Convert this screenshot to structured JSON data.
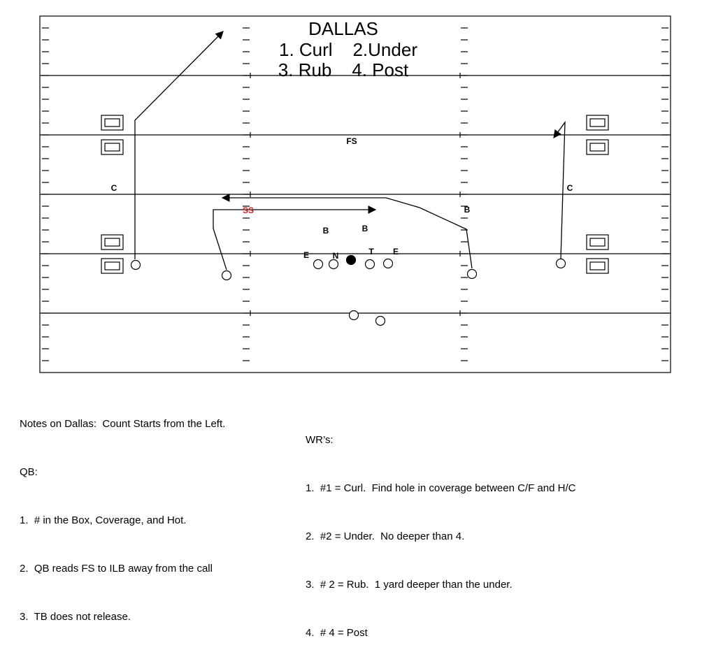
{
  "title": {
    "name": "DALLAS",
    "line1": "1. Curl    2.Under",
    "line2": "3. Rub    4. Post"
  },
  "defense": {
    "fs": "FS",
    "ss": "SS",
    "corner_left": "C",
    "corner_right": "C",
    "backer_1": "B",
    "backer_2": "B",
    "backer_3": "B",
    "end_left": "E",
    "nose": "N",
    "tackle": "T",
    "end_right": "E"
  },
  "colors": {
    "ss_label": "#cc2222",
    "line": "#000000",
    "background": "#ffffff"
  },
  "notes_left": {
    "heading": "Notes on Dallas:  Count Starts from the Left.",
    "qb_label": "QB:",
    "items": [
      "1.  # in the Box, Coverage, and Hot.",
      "2.  QB reads FS to ILB away from the call",
      "3.  TB does not release."
    ]
  },
  "notes_right": {
    "heading": "WR’s:",
    "items": [
      "1.  #1 = Curl.  Find hole in coverage between C/F and H/C",
      "2.  #2 = Under.  No deeper than 4.",
      "3.  # 2 = Rub.  1 yard deeper than the under.",
      "4.  # 4 = Post"
    ]
  }
}
